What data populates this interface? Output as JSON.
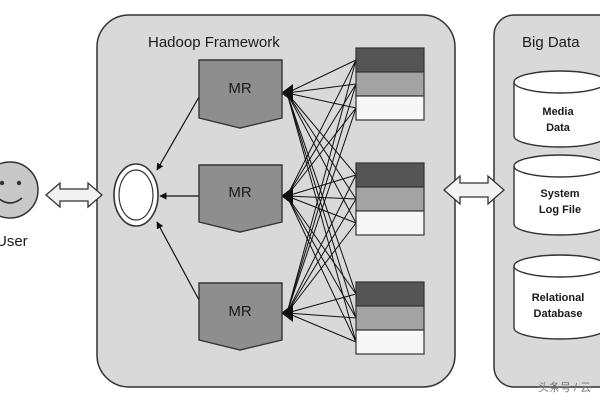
{
  "framework": {
    "title": "Hadoop Framework",
    "mr_label": "MR"
  },
  "user": {
    "label": "User"
  },
  "big_data": {
    "title": "Big Data",
    "stores": [
      {
        "line1": "Media",
        "line2": "Data"
      },
      {
        "line1": "System",
        "line2": "Log File"
      },
      {
        "line1": "Relational",
        "line2": "Database"
      }
    ]
  },
  "watermark": "头条号 / 云"
}
